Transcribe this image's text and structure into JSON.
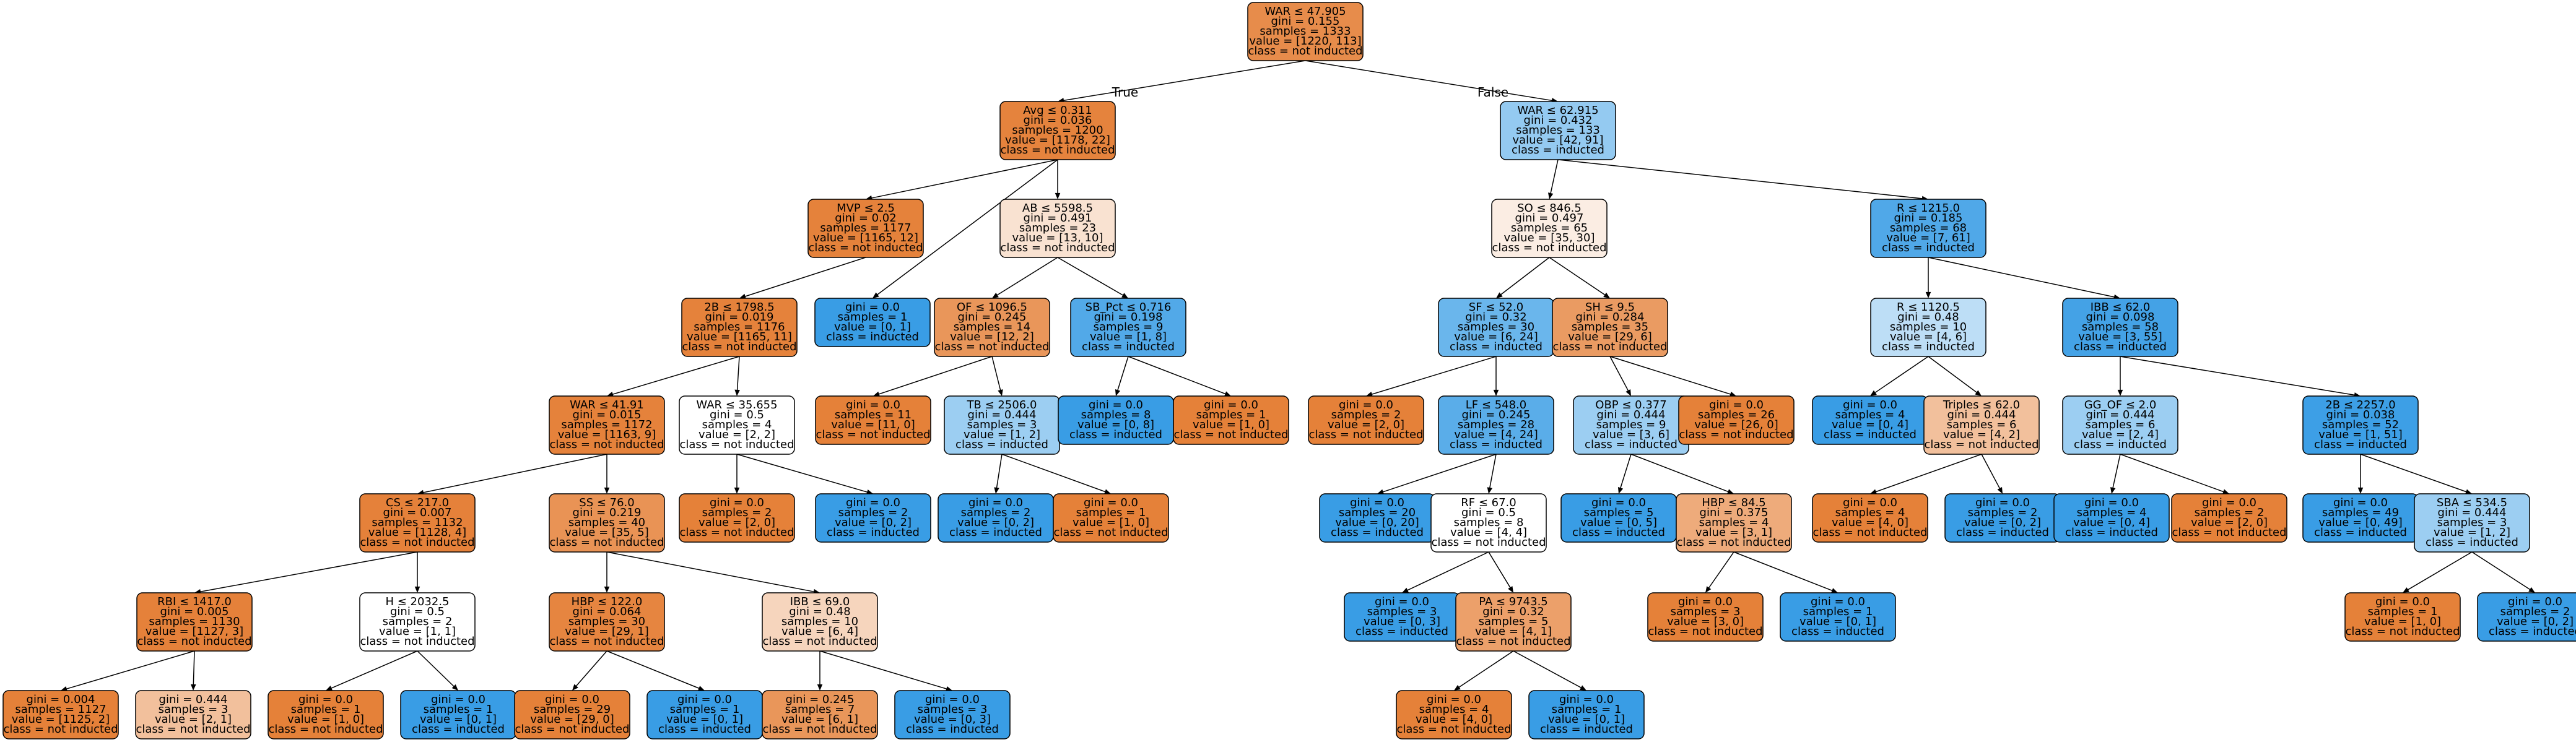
{
  "edge_labels": {
    "true": "True",
    "false": "False"
  },
  "colors": {
    "orange": "#e58139",
    "blue": "#399de5",
    "white": "#ffffff",
    "stroke": "#000000"
  },
  "nodes": [
    {
      "id": "n0",
      "parent": null,
      "lines": [
        "WAR ≤ 47.905",
        "gini = 0.155",
        "samples = 1333",
        "value = [1220, 113]",
        "class = not inducted"
      ],
      "fill": "#e78c4b"
    },
    {
      "id": "n1",
      "parent": "n0",
      "lines": [
        "Avg ≤ 0.311",
        "gini = 0.036",
        "samples = 1200",
        "value = [1178, 22]",
        "class = not inducted"
      ],
      "fill": "#e5833d"
    },
    {
      "id": "n2",
      "parent": "n0",
      "lines": [
        "WAR ≤ 62.915",
        "gini = 0.432",
        "samples = 133",
        "value = [42, 91]",
        "class = inducted"
      ],
      "fill": "#94caf1"
    },
    {
      "id": "n3",
      "parent": "n1",
      "lines": [
        "MVP ≤ 2.5",
        "gini = 0.02",
        "samples = 1177",
        "value = [1165, 12]",
        "class = not inducted"
      ],
      "fill": "#e5823b"
    },
    {
      "id": "n4",
      "parent": "n1",
      "lines": [
        "gini = 0.0",
        "samples = 1",
        "value = [0, 1]",
        "class = inducted"
      ],
      "fill": "#399de5"
    },
    {
      "id": "n5",
      "parent": "n1",
      "lines": [
        "AB ≤ 5598.5",
        "gini = 0.491",
        "samples = 23",
        "value = [13, 10]",
        "class = not inducted"
      ],
      "fill": "#f9e2d1"
    },
    {
      "id": "n6",
      "parent": "n3",
      "lines": [
        "2B ≤ 1798.5",
        "gini = 0.019",
        "samples = 1176",
        "value = [1165, 11]",
        "class = not inducted"
      ],
      "fill": "#e5823b"
    },
    {
      "id": "n7",
      "parent": "n5",
      "lines": [
        "OF ≤ 1096.5",
        "gini = 0.245",
        "samples = 14",
        "value = [12, 2]",
        "class = not inducted"
      ],
      "fill": "#e9965a"
    },
    {
      "id": "n8",
      "parent": "n5",
      "lines": [
        "SB_Pct ≤ 0.716",
        "gini = 0.198",
        "samples = 9",
        "value = [1, 8]",
        "class = inducted"
      ],
      "fill": "#52a9e8"
    },
    {
      "id": "n9",
      "parent": "n6",
      "lines": [
        "WAR ≤ 41.91",
        "gini = 0.015",
        "samples = 1172",
        "value = [1163, 9]",
        "class = not inducted"
      ],
      "fill": "#e5823b"
    },
    {
      "id": "n10",
      "parent": "n6",
      "lines": [
        "WAR ≤ 35.655",
        "gini = 0.5",
        "samples = 4",
        "value = [2, 2]",
        "class = not inducted"
      ],
      "fill": "#ffffff"
    },
    {
      "id": "n11",
      "parent": "n7",
      "lines": [
        "gini = 0.0",
        "samples = 11",
        "value = [11, 0]",
        "class = not inducted"
      ],
      "fill": "#e58139"
    },
    {
      "id": "n12",
      "parent": "n7",
      "lines": [
        "TB ≤ 2506.0",
        "gini = 0.444",
        "samples = 3",
        "value = [1, 2]",
        "class = inducted"
      ],
      "fill": "#9ccef2"
    },
    {
      "id": "n13",
      "parent": "n8",
      "lines": [
        "gini = 0.0",
        "samples = 8",
        "value = [0, 8]",
        "class = inducted"
      ],
      "fill": "#399de5"
    },
    {
      "id": "n14",
      "parent": "n8",
      "lines": [
        "gini = 0.0",
        "samples = 1",
        "value = [1, 0]",
        "class = not inducted"
      ],
      "fill": "#e58139"
    },
    {
      "id": "n15",
      "parent": "n9",
      "lines": [
        "CS ≤ 217.0",
        "gini = 0.007",
        "samples = 1132",
        "value = [1128, 4]",
        "class = not inducted"
      ],
      "fill": "#e5813a"
    },
    {
      "id": "n16",
      "parent": "n9",
      "lines": [
        "SS ≤ 76.0",
        "gini = 0.219",
        "samples = 40",
        "value = [35, 5]",
        "class = not inducted"
      ],
      "fill": "#e99355"
    },
    {
      "id": "n17",
      "parent": "n10",
      "lines": [
        "gini = 0.0",
        "samples = 2",
        "value = [2, 0]",
        "class = not inducted"
      ],
      "fill": "#e58139"
    },
    {
      "id": "n18",
      "parent": "n10",
      "lines": [
        "gini = 0.0",
        "samples = 2",
        "value = [0, 2]",
        "class = inducted"
      ],
      "fill": "#399de5"
    },
    {
      "id": "n19",
      "parent": "n12",
      "lines": [
        "gini = 0.0",
        "samples = 2",
        "value = [0, 2]",
        "class = inducted"
      ],
      "fill": "#399de5"
    },
    {
      "id": "n20",
      "parent": "n12",
      "lines": [
        "gini = 0.0",
        "samples = 1",
        "value = [1, 0]",
        "class = not inducted"
      ],
      "fill": "#e58139"
    },
    {
      "id": "n21",
      "parent": "n15",
      "lines": [
        "RBI ≤ 1417.0",
        "gini = 0.005",
        "samples = 1130",
        "value = [1127, 3]",
        "class = not inducted"
      ],
      "fill": "#e5813a"
    },
    {
      "id": "n22",
      "parent": "n15",
      "lines": [
        "H ≤ 2032.5",
        "gini = 0.5",
        "samples = 2",
        "value = [1, 1]",
        "class = not inducted"
      ],
      "fill": "#ffffff"
    },
    {
      "id": "n23",
      "parent": "n16",
      "lines": [
        "HBP ≤ 122.0",
        "gini = 0.064",
        "samples = 30",
        "value = [29, 1]",
        "class = not inducted"
      ],
      "fill": "#e68540"
    },
    {
      "id": "n24",
      "parent": "n16",
      "lines": [
        "IBB ≤ 69.0",
        "gini = 0.48",
        "samples = 10",
        "value = [6, 4]",
        "class = not inducted"
      ],
      "fill": "#f6d5bd"
    },
    {
      "id": "n25",
      "parent": "n21",
      "lines": [
        "gini = 0.004",
        "samples = 1127",
        "value = [1125, 2]",
        "class = not inducted"
      ],
      "fill": "#e58139"
    },
    {
      "id": "n26",
      "parent": "n21",
      "lines": [
        "gini = 0.444",
        "samples = 3",
        "value = [2, 1]",
        "class = not inducted"
      ],
      "fill": "#f2c09c"
    },
    {
      "id": "n27",
      "parent": "n22",
      "lines": [
        "gini = 0.0",
        "samples = 1",
        "value = [1, 0]",
        "class = not inducted"
      ],
      "fill": "#e58139"
    },
    {
      "id": "n28",
      "parent": "n22",
      "lines": [
        "gini = 0.0",
        "samples = 1",
        "value = [0, 1]",
        "class = inducted"
      ],
      "fill": "#399de5"
    },
    {
      "id": "n29",
      "parent": "n23",
      "lines": [
        "gini = 0.0",
        "samples = 29",
        "value = [29, 0]",
        "class = not inducted"
      ],
      "fill": "#e58139"
    },
    {
      "id": "n30",
      "parent": "n23",
      "lines": [
        "gini = 0.0",
        "samples = 1",
        "value = [0, 1]",
        "class = inducted"
      ],
      "fill": "#399de5"
    },
    {
      "id": "n31",
      "parent": "n24",
      "lines": [
        "gini = 0.245",
        "samples = 7",
        "value = [6, 1]",
        "class = not inducted"
      ],
      "fill": "#e9965a"
    },
    {
      "id": "n32",
      "parent": "n24",
      "lines": [
        "gini = 0.0",
        "samples = 3",
        "value = [0, 3]",
        "class = inducted"
      ],
      "fill": "#399de5"
    },
    {
      "id": "n33",
      "parent": "n2",
      "lines": [
        "SO ≤ 846.5",
        "gini = 0.497",
        "samples = 65",
        "value = [35, 30]",
        "class = not inducted"
      ],
      "fill": "#fbede3"
    },
    {
      "id": "n34",
      "parent": "n2",
      "lines": [
        "R ≤ 1215.0",
        "gini = 0.185",
        "samples = 68",
        "value = [7, 61]",
        "class = inducted"
      ],
      "fill": "#50a8e8"
    },
    {
      "id": "n35",
      "parent": "n33",
      "lines": [
        "SF ≤ 52.0",
        "gini = 0.32",
        "samples = 30",
        "value = [6, 24]",
        "class = inducted"
      ],
      "fill": "#6ab6ec"
    },
    {
      "id": "n36",
      "parent": "n33",
      "lines": [
        "SH ≤ 9.5",
        "gini = 0.284",
        "samples = 35",
        "value = [29, 6]",
        "class = not inducted"
      ],
      "fill": "#ea9b62"
    },
    {
      "id": "n37",
      "parent": "n34",
      "lines": [
        "R ≤ 1120.5",
        "gini = 0.48",
        "samples = 10",
        "value = [4, 6]",
        "class = inducted"
      ],
      "fill": "#bddef6"
    },
    {
      "id": "n38",
      "parent": "n34",
      "lines": [
        "IBB ≤ 62.0",
        "gini = 0.098",
        "samples = 58",
        "value = [3, 55]",
        "class = inducted"
      ],
      "fill": "#44a2e6"
    },
    {
      "id": "n39",
      "parent": "n35",
      "lines": [
        "gini = 0.0",
        "samples = 2",
        "value = [2, 0]",
        "class = not inducted"
      ],
      "fill": "#e58139"
    },
    {
      "id": "n40",
      "parent": "n35",
      "lines": [
        "LF ≤ 548.0",
        "gini = 0.245",
        "samples = 28",
        "value = [4, 24]",
        "class = inducted"
      ],
      "fill": "#5aade9"
    },
    {
      "id": "n41",
      "parent": "n36",
      "lines": [
        "OBP ≤ 0.377",
        "gini = 0.444",
        "samples = 9",
        "value = [3, 6]",
        "class = inducted"
      ],
      "fill": "#9ccef2"
    },
    {
      "id": "n42",
      "parent": "n36",
      "lines": [
        "gini = 0.0",
        "samples = 26",
        "value = [26, 0]",
        "class = not inducted"
      ],
      "fill": "#e58139"
    },
    {
      "id": "n43",
      "parent": "n37",
      "lines": [
        "gini = 0.0",
        "samples = 4",
        "value = [0, 4]",
        "class = inducted"
      ],
      "fill": "#399de5"
    },
    {
      "id": "n44",
      "parent": "n37",
      "lines": [
        "Triples ≤ 62.0",
        "gini = 0.444",
        "samples = 6",
        "value = [4, 2]",
        "class = not inducted"
      ],
      "fill": "#f2c09c"
    },
    {
      "id": "n45",
      "parent": "n38",
      "lines": [
        "GG_OF ≤ 2.0",
        "gini = 0.444",
        "samples = 6",
        "value = [2, 4]",
        "class = inducted"
      ],
      "fill": "#9ccef2"
    },
    {
      "id": "n46",
      "parent": "n38",
      "lines": [
        "2B ≤ 2257.0",
        "gini = 0.038",
        "samples = 52",
        "value = [1, 51]",
        "class = inducted"
      ],
      "fill": "#3d9fe6"
    },
    {
      "id": "n47",
      "parent": "n40",
      "lines": [
        "gini = 0.0",
        "samples = 20",
        "value = [0, 20]",
        "class = inducted"
      ],
      "fill": "#399de5"
    },
    {
      "id": "n48",
      "parent": "n40",
      "lines": [
        "RF ≤ 67.0",
        "gini = 0.5",
        "samples = 8",
        "value = [4, 4]",
        "class = not inducted"
      ],
      "fill": "#ffffff"
    },
    {
      "id": "n49",
      "parent": "n41",
      "lines": [
        "gini = 0.0",
        "samples = 5",
        "value = [0, 5]",
        "class = inducted"
      ],
      "fill": "#399de5"
    },
    {
      "id": "n50",
      "parent": "n41",
      "lines": [
        "HBP ≤ 84.5",
        "gini = 0.375",
        "samples = 4",
        "value = [3, 1]",
        "class = not inducted"
      ],
      "fill": "#eeab7b"
    },
    {
      "id": "n51",
      "parent": "n44",
      "lines": [
        "gini = 0.0",
        "samples = 4",
        "value = [4, 0]",
        "class = not inducted"
      ],
      "fill": "#e58139"
    },
    {
      "id": "n52",
      "parent": "n44",
      "lines": [
        "gini = 0.0",
        "samples = 2",
        "value = [0, 2]",
        "class = inducted"
      ],
      "fill": "#399de5"
    },
    {
      "id": "n53",
      "parent": "n45",
      "lines": [
        "gini = 0.0",
        "samples = 4",
        "value = [0, 4]",
        "class = inducted"
      ],
      "fill": "#399de5"
    },
    {
      "id": "n54",
      "parent": "n45",
      "lines": [
        "gini = 0.0",
        "samples = 2",
        "value = [2, 0]",
        "class = not inducted"
      ],
      "fill": "#e58139"
    },
    {
      "id": "n55",
      "parent": "n46",
      "lines": [
        "gini = 0.0",
        "samples = 49",
        "value = [0, 49]",
        "class = inducted"
      ],
      "fill": "#399de5"
    },
    {
      "id": "n56",
      "parent": "n46",
      "lines": [
        "SBA ≤ 534.5",
        "gini = 0.444",
        "samples = 3",
        "value = [1, 2]",
        "class = inducted"
      ],
      "fill": "#9ccef2"
    },
    {
      "id": "n57",
      "parent": "n48",
      "lines": [
        "gini = 0.0",
        "samples = 3",
        "value = [0, 3]",
        "class = inducted"
      ],
      "fill": "#399de5"
    },
    {
      "id": "n58",
      "parent": "n48",
      "lines": [
        "PA ≤ 9743.5",
        "gini = 0.32",
        "samples = 5",
        "value = [4, 1]",
        "class = not inducted"
      ],
      "fill": "#eca06a"
    },
    {
      "id": "n59",
      "parent": "n50",
      "lines": [
        "gini = 0.0",
        "samples = 3",
        "value = [3, 0]",
        "class = not inducted"
      ],
      "fill": "#e58139"
    },
    {
      "id": "n60",
      "parent": "n50",
      "lines": [
        "gini = 0.0",
        "samples = 1",
        "value = [0, 1]",
        "class = inducted"
      ],
      "fill": "#399de5"
    },
    {
      "id": "n61",
      "parent": "n56",
      "lines": [
        "gini = 0.0",
        "samples = 1",
        "value = [1, 0]",
        "class = not inducted"
      ],
      "fill": "#e58139"
    },
    {
      "id": "n62",
      "parent": "n56",
      "lines": [
        "gini = 0.0",
        "samples = 2",
        "value = [0, 2]",
        "class = inducted"
      ],
      "fill": "#399de5"
    },
    {
      "id": "n63",
      "parent": "n58",
      "lines": [
        "gini = 0.0",
        "samples = 4",
        "value = [4, 0]",
        "class = not inducted"
      ],
      "fill": "#e58139"
    },
    {
      "id": "n64",
      "parent": "n58",
      "lines": [
        "gini = 0.0",
        "samples = 1",
        "value = [0, 1]",
        "class = inducted"
      ],
      "fill": "#399de5"
    }
  ]
}
